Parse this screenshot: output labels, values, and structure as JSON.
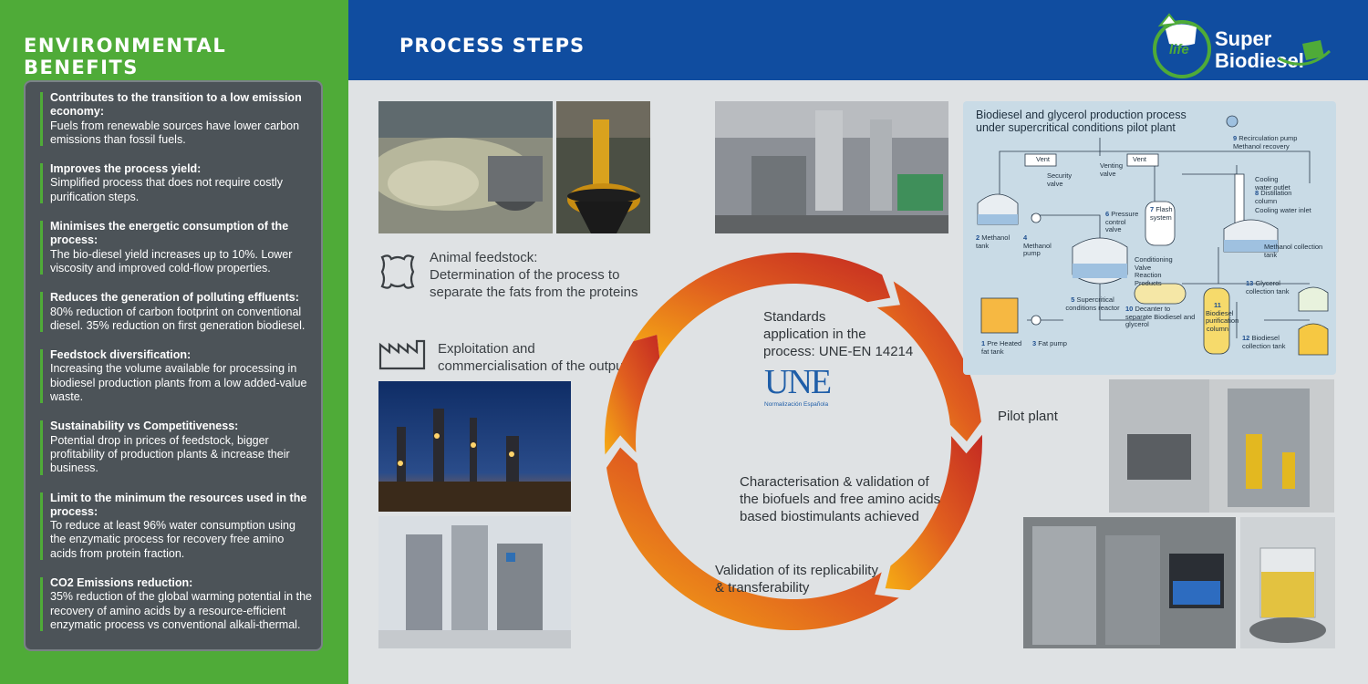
{
  "left_title": "ENVIRONMENTAL BENEFITS",
  "header_title": "PROCESS STEPS",
  "logo": {
    "life": "life",
    "line1": "Super",
    "line2": "Biodiesel"
  },
  "benefits": [
    {
      "title": "Contributes to the transition to a low emission economy:",
      "text": "Fuels from renewable sources have lower carbon emissions than fossil fuels."
    },
    {
      "title": "Improves the process yield:",
      "text": "Simplified process that does not require costly purification steps."
    },
    {
      "title": "Minimises the energetic consumption of the process:",
      "text": "The bio-diesel yield increases up to 10%. Lower viscosity and improved cold-flow properties."
    },
    {
      "title": "Reduces the generation of polluting effluents:",
      "text": "80% reduction of carbon footprint on conventional diesel. 35% reduction on first generation biodiesel."
    },
    {
      "title": "Feedstock diversification:",
      "text": "Increasing the volume available for processing in biodiesel production plants from a low added-value waste."
    },
    {
      "title": "Sustainability vs Competitiveness:",
      "text": "Potential drop in prices of feedstock, bigger profitability of production plants & increase their business."
    },
    {
      "title": "Limit to the minimum the resources used in the process:",
      "text": "To reduce at least 96% water consumption using the enzymatic process for recovery free amino acids from protein fraction."
    },
    {
      "title": "CO2 Emissions reduction:",
      "text": "35% reduction of the global warming potential in the recovery of amino acids by a resource-efficient enzymatic process vs conventional alkali-thermal."
    }
  ],
  "steps": {
    "feedstock_title": "Animal feedstock:",
    "feedstock_l2": "Determination of the process to",
    "feedstock_l3": "separate the fats from the proteins",
    "exploit_l1": "Exploitation and",
    "exploit_l2": "commercialisation of the outputs",
    "standards_l1": "Standards",
    "standards_l2": "application in the",
    "standards_l3": "process: UNE-EN 14214",
    "pilot": "Pilot plant",
    "charac_l1": "Characterisation & validation of",
    "charac_l2": "the biofuels and free amino acids",
    "charac_l3": "based biostimulants achieved",
    "valid_l1": "Validation of its replicability",
    "valid_l2": "& transferability"
  },
  "une": {
    "logo": "UNE",
    "sub": "Normalización Española"
  },
  "diagram": {
    "title_l1": "Biodiesel and glycerol production process",
    "title_l2": "under supercritical conditions pilot plant",
    "vent": "Vent",
    "security_valve": "Security valve",
    "venting_valve": "Venting valve",
    "n9": "9",
    "recirc": "Recirculation pump Methanol recovery",
    "cool_out": "Cooling water outlet",
    "n8": "8",
    "distill": "Distillation column",
    "cool_in": "Cooling water inlet",
    "n7": "7",
    "flash": "Flash system",
    "n6": "6",
    "pressure": "Pressure control valve",
    "n2": "2",
    "meth_tank": "Methanol tank",
    "n4": "4",
    "meth_pump": "Methanol pump",
    "meth_coll": "Methanol collection tank",
    "conditioning": "Conditioning Valve Reaction Products",
    "n5": "5",
    "reactor": "Supercritical conditions reactor",
    "n13": "13",
    "glyc": "Glycerol collection tank",
    "n10": "10",
    "decanter": "Decanter to separate Biodiesel and glycerol",
    "n11": "11",
    "purif": "Biodiesel purification column",
    "n1": "1",
    "preheat": "Pre Heated fat tank",
    "n3": "3",
    "fatpump": "Fat pump",
    "n12": "12",
    "bio_coll": "Biodiesel collection tank"
  },
  "colors": {
    "green": "#4fab38",
    "blue": "#104da0",
    "panel": "#4c5358",
    "background": "#dfe2e4"
  }
}
